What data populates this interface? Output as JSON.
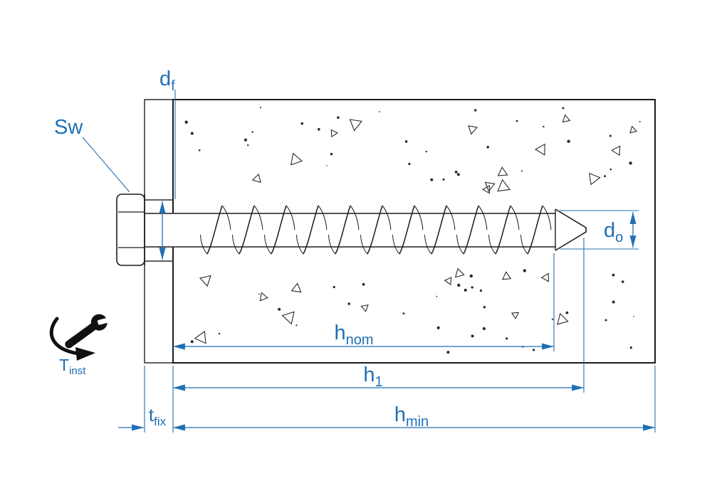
{
  "labels": {
    "wrench_size": {
      "main": "Sw",
      "sub": ""
    },
    "clearance_hole_diameter": {
      "main": "d",
      "sub": "f"
    },
    "drill_hole_diameter": {
      "main": "d",
      "sub": "o"
    },
    "nominal_embedment_depth": {
      "main": "h",
      "sub": "nom"
    },
    "drill_hole_depth": {
      "main": "h",
      "sub": "1"
    },
    "min_member_thickness": {
      "main": "h",
      "sub": "min"
    },
    "fixture_thickness": {
      "main": "t",
      "sub": "fix"
    },
    "installation_torque": {
      "main": "T",
      "sub": "inst"
    }
  },
  "icons": {
    "torque_wrench": "torque-wrench-icon"
  },
  "colors": {
    "dimension_blue": "#1f6fb5",
    "drawing_black": "#1c1c1c",
    "background": "#ffffff"
  }
}
